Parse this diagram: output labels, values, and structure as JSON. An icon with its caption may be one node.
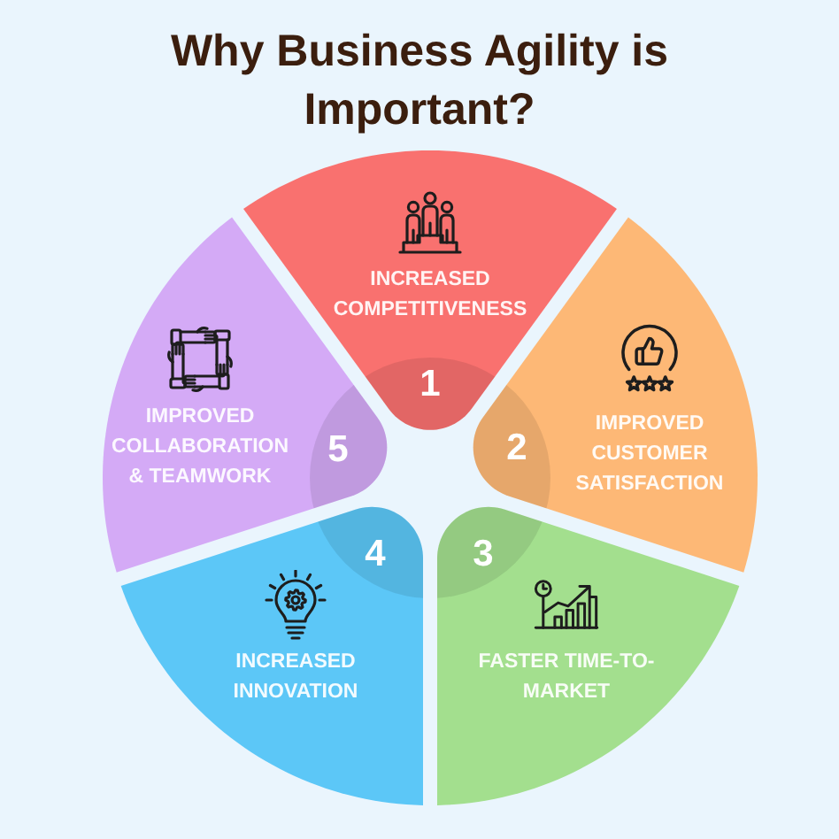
{
  "diagram": {
    "title": "Why Business Agility is Important?",
    "nodes": [
      {
        "text": [
          "INCREASED COMPETITIVENESS",
          "1"
        ]
      },
      {
        "text": [
          "2",
          "IMPROVED CUSTOMER SATISFACTION"
        ]
      },
      {
        "text": [
          "3",
          "FASTER TIME-TO-MARKET"
        ]
      },
      {
        "text": [
          "4",
          "INCREASED INNOVATION"
        ]
      },
      {
        "text": [
          "IMPROVED COLLABORATION & TEAMWORK",
          "5"
        ]
      }
    ]
  }
}
